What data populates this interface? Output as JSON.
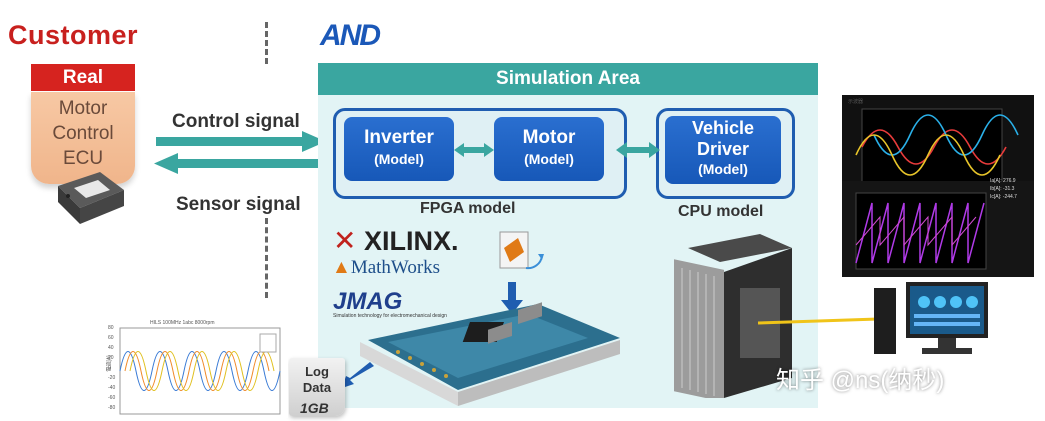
{
  "customer": {
    "title": "Customer",
    "real_badge": "Real",
    "ecu_lines": [
      "Motor",
      "Control",
      "ECU"
    ]
  },
  "signals": {
    "control": "Control signal",
    "sensor": "Sensor signal"
  },
  "vendor_logo": "AND",
  "simulation": {
    "title": "Simulation Area",
    "fpga_label": "FPGA model",
    "cpu_label": "CPU model",
    "models": {
      "inverter": {
        "title": "Inverter",
        "sub": "(Model)"
      },
      "motor": {
        "title": "Motor",
        "sub": "(Model)"
      },
      "vehicle": {
        "title_line1": "Vehicle",
        "title_line2": "Driver",
        "sub": "(Model)"
      }
    }
  },
  "tools": {
    "xilinx": "XILINX.",
    "mathworks": "MathWorks",
    "jmag": "JMAG",
    "jmag_sub": "Simulation technology for electromechanical design"
  },
  "log": {
    "line1": "Log",
    "line2": "Data",
    "size": "1GB"
  },
  "waveform_plot": {
    "title": "HILS 100MHz 1abc 8000rpm",
    "ylabel": "電流[A]",
    "y_ticks": [
      "80",
      "60",
      "40",
      "20",
      "0",
      "-20",
      "-40",
      "-60",
      "-80"
    ]
  },
  "monitor": {
    "title": "示波器",
    "readouts": [
      "Ia[A]: 276.9",
      "Ib[A]: -31.3",
      "Ic[A]: -244.7"
    ]
  },
  "watermark": "知乎 @ns(纳秒)",
  "colors": {
    "customer_red": "#c8201e",
    "teal_header": "#3aa6a0",
    "model_blue": "#1758b8",
    "arrow_teal": "#3aa6a0",
    "link_yellow": "#f0c419"
  }
}
